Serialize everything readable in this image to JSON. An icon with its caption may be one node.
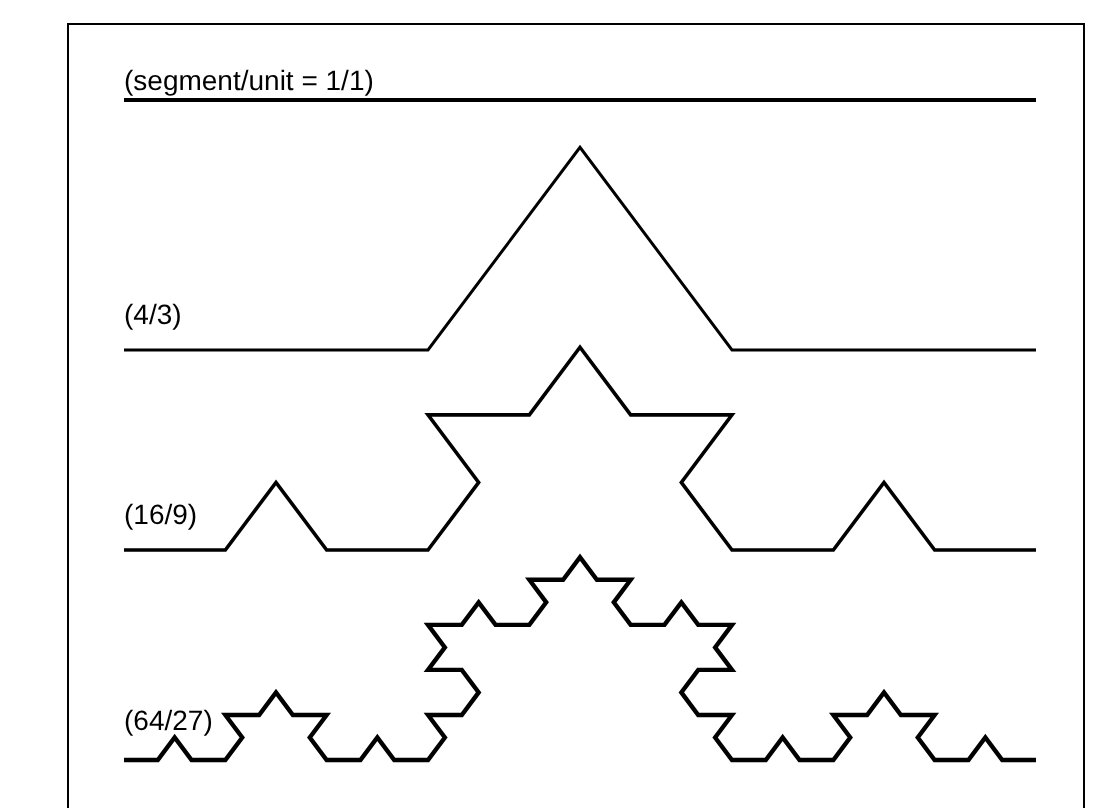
{
  "diagram": {
    "labels": [
      "(segment/unit = 1/1)",
      "(4/3)",
      "(16/9)",
      "(64/27)"
    ]
  }
}
